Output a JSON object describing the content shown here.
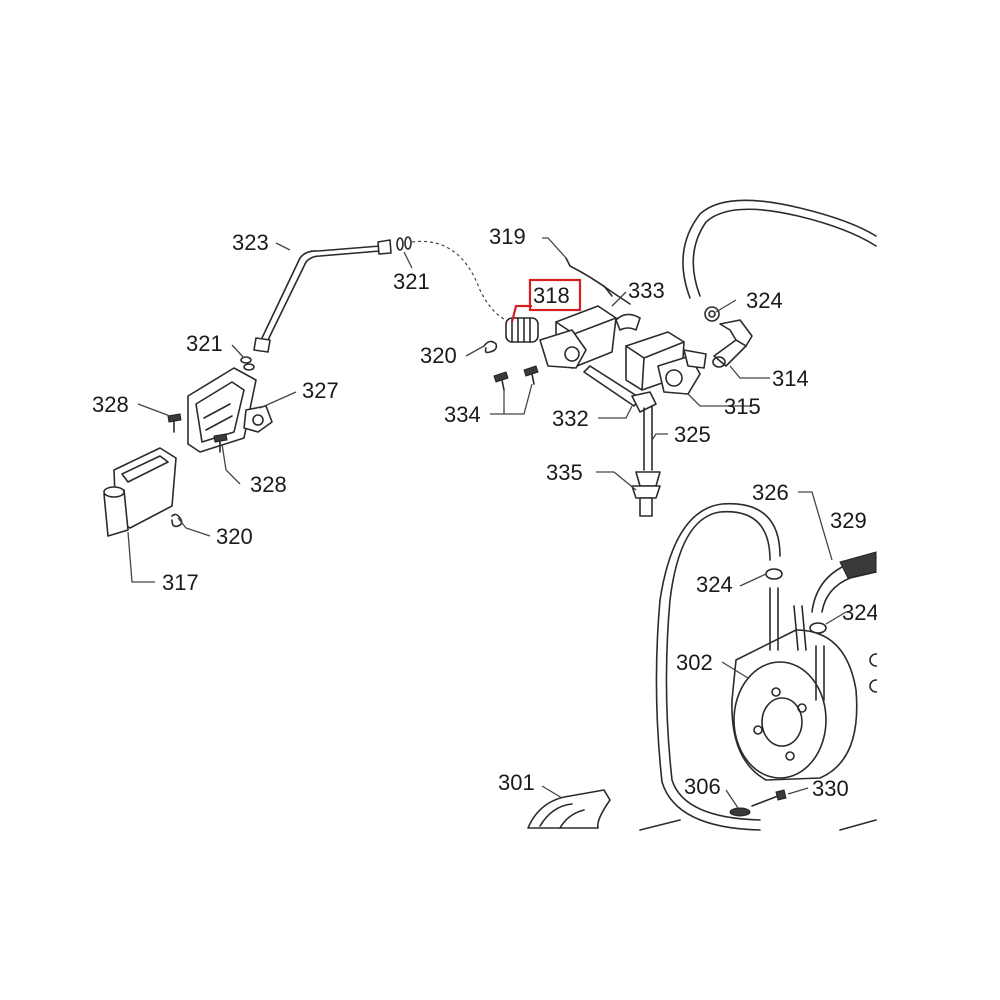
{
  "diagram": {
    "highlight_color": "#d42020",
    "highlighted_part": "318",
    "labels": {
      "l301": "301",
      "l302": "302",
      "l306": "306",
      "l314": "314",
      "l315": "315",
      "l317": "317",
      "l318": "318",
      "l319": "319",
      "l320a": "320",
      "l320b": "320",
      "l321a": "321",
      "l321b": "321",
      "l323": "323",
      "l324a": "324",
      "l324b": "324",
      "l324c": "324",
      "l325": "325",
      "l326": "326",
      "l327": "327",
      "l328a": "328",
      "l328b": "328",
      "l329": "329",
      "l330": "330",
      "l332": "332",
      "l333": "333",
      "l334": "334",
      "l335": "335"
    }
  }
}
